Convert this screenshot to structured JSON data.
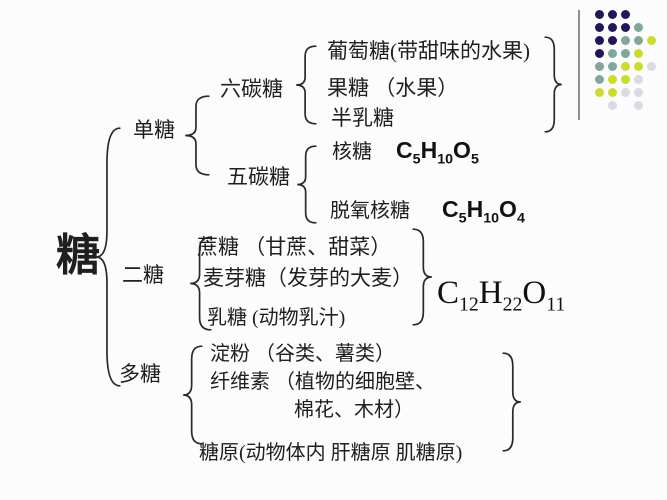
{
  "tree": {
    "root_label": "糖",
    "mono": {
      "label": "单糖",
      "hexose": {
        "label": "六碳糖",
        "items": [
          "葡萄糖(带甜味的水果)",
          "果糖 （水果）",
          "半乳糖"
        ]
      },
      "pentose": {
        "label": "五碳糖",
        "ribose_name": "核糖",
        "ribose_formula": "C5H10O5",
        "deoxyribose_name": "脱氧核糖",
        "deoxyribose_formula": "C5H10O4"
      }
    },
    "di": {
      "label": "二糖",
      "items": [
        "蔗糖 （甘蔗、甜菜）",
        "麦芽糖（发芽的大麦）",
        "乳糖 (动物乳汁)"
      ],
      "formula": "C12H22O11"
    },
    "poly": {
      "label": "多糖",
      "starch": "淀粉 （谷类、薯类）",
      "cellulose_line1": "纤维素 （植物的细胞壁、",
      "cellulose_line2": "棉花、木材）",
      "glycogen": "糖原(动物体内 肝糖原 肌糖原)"
    }
  },
  "decoration": {
    "divider_line_color": "#8f8f8f",
    "dot_colors": {
      "navy": "#23155c",
      "teal": "#7fa79a",
      "lime": "#cbdc2b",
      "gray": "#d9dae3"
    },
    "dot_grid": [
      [
        "navy",
        "navy",
        "navy",
        "",
        ""
      ],
      [
        "navy",
        "navy",
        "navy",
        "teal",
        ""
      ],
      [
        "navy",
        "navy",
        "teal",
        "teal",
        "lime"
      ],
      [
        "navy",
        "teal",
        "teal",
        "lime",
        ""
      ],
      [
        "teal",
        "teal",
        "lime",
        "lime",
        "gray"
      ],
      [
        "teal",
        "lime",
        "lime",
        "gray",
        ""
      ],
      [
        "lime",
        "lime",
        "gray",
        "gray",
        ""
      ],
      [
        "",
        "gray",
        "",
        "gray",
        ""
      ]
    ]
  }
}
